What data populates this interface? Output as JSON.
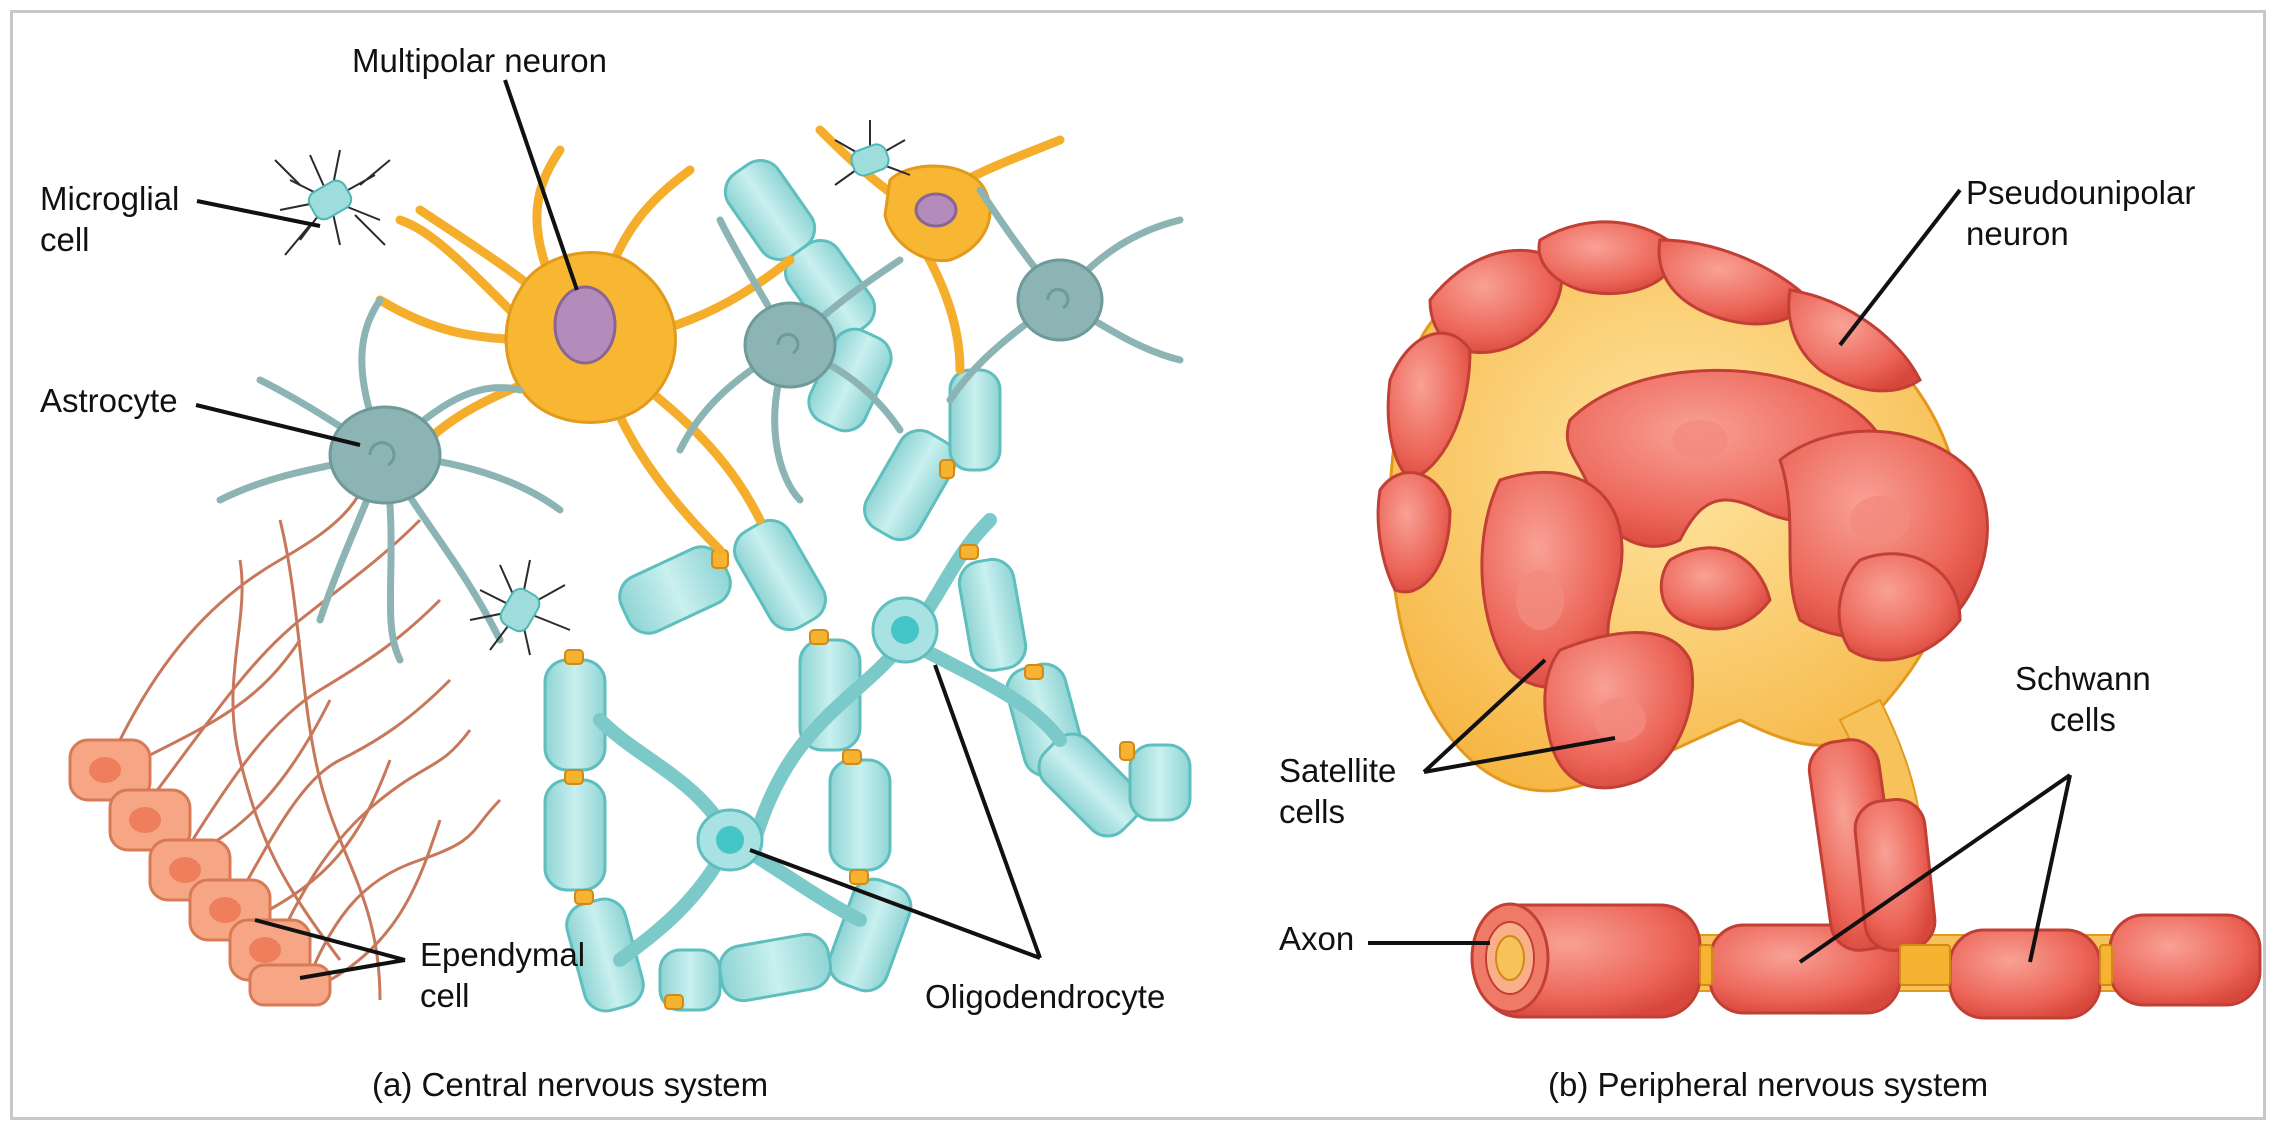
{
  "panels": {
    "a": {
      "caption": "(a) Central nervous system",
      "labels": {
        "multipolar_neuron": "Multipolar neuron",
        "microglial_cell": [
          "Microglial",
          "cell"
        ],
        "astrocyte": "Astrocyte",
        "ependymal_cell": [
          "Ependymal",
          "cell"
        ],
        "oligodendrocyte": "Oligodendrocyte"
      }
    },
    "b": {
      "caption": "(b) Peripheral nervous system",
      "labels": {
        "pseudounipolar_neuron": [
          "Pseudounipolar",
          "neuron"
        ],
        "satellite_cells": [
          "Satellite",
          "cells"
        ],
        "schwann_cells": [
          "Schwann",
          "cells"
        ],
        "axon": "Axon"
      }
    }
  },
  "colors": {
    "neuron_yellow": "#f7b733",
    "neuron_nucleus": "#b28ab8",
    "glia_teal": "#8fb5b5",
    "myelin_cyan": "#a9e2e2",
    "node_cyan": "#2cc2c2",
    "ependymal_salmon": "#f5a57f",
    "satellite_red": "#ee6a5c",
    "schwann_red": "#e85a4e",
    "frame_gray": "#c8c8c8"
  }
}
